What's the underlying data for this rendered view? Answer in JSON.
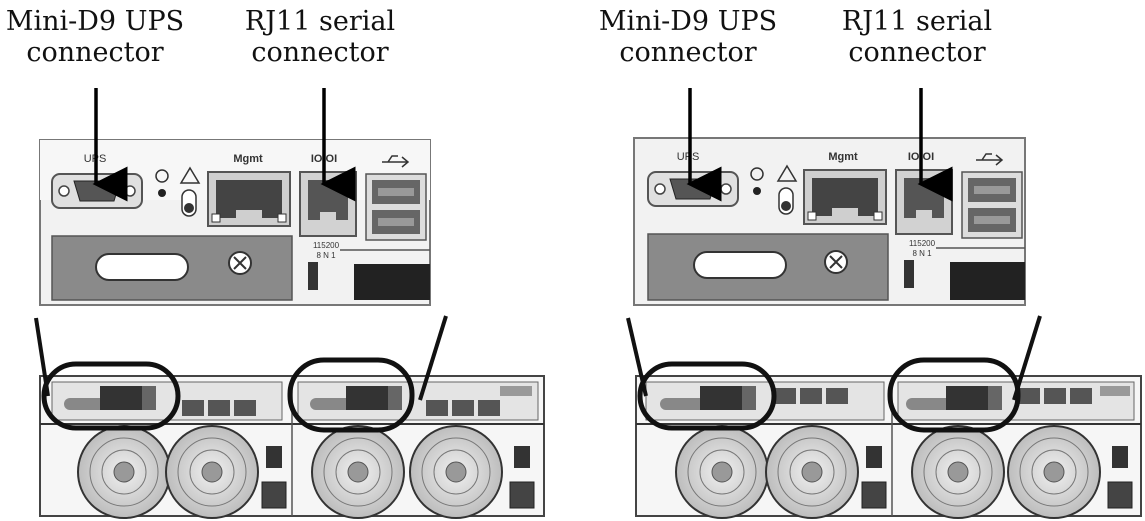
{
  "callouts": [
    {
      "line1": "Mini-D9 UPS",
      "line2": "connector"
    },
    {
      "line1": "RJ11 serial",
      "line2": "connector"
    },
    {
      "line1": "Mini-D9 UPS",
      "line2": "connector"
    },
    {
      "line1": "RJ11 serial",
      "line2": "connector"
    }
  ],
  "panel": {
    "ups_label": "UPS",
    "mgmt_label": "Mgmt",
    "ioioi_label": "IOIOI",
    "baud_line1": "115200",
    "baud_line2": "8 N 1"
  }
}
